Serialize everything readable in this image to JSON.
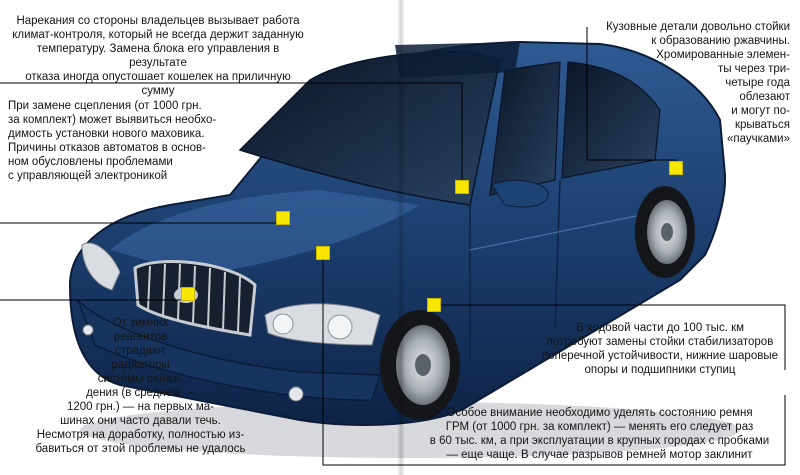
{
  "annotations": {
    "climate": "Нарекания со стороны владельцев вызывает работа\nклимат-контроля, который не всегда держит заданную\nтемпературу. Замена блока его управления в результате\nотказа иногда опустошает кошелек на приличную сумму",
    "clutch": "При замене сцепления (от 1000 грн.\nза комплект) может выявиться необхо-\nдимость установки нового маховика.\nПричины отказов автоматов в основ-\nном обусловлены проблемами\nс управляющей электроникой",
    "body": "Кузовные детали довольно стойки\nк образованию ржавчины.\nХромированные элемен-\nты через три-\nчетыре года\nоблезают\nи могут по-\nкрываться\n«паучками»",
    "radiator": "От зимних\nреагентов\nстрадают\nрадиаторы\nсистемы охлаж-\nдения (в среднем —\n1200 грн.) — на первых ма-\nшинах они часто давали течь.\nНесмотря на доработку, полностью из-\nбавиться от этой проблемы не удалось",
    "suspension": "В ходовой части до 100 тыс. км\nпотребуют замены стойки стабилизаторов\nпоперечной устойчивости, нижние шаровые\nопоры и подшипники ступиц",
    "timing_belt": "Особое внимание необходимо уделять состоянию ремня\nГРМ (от 1000 грн. за комплект) — менять его следует раз\nв 60 тыс. км, а при эксплуатации в крупных городах с пробками\n— еще чаще. В случае разрывов ремней мотор заклинит"
  },
  "colors": {
    "car_body": "#1c3f6e",
    "marker": "#f7e600",
    "leader_line": "#000000"
  }
}
